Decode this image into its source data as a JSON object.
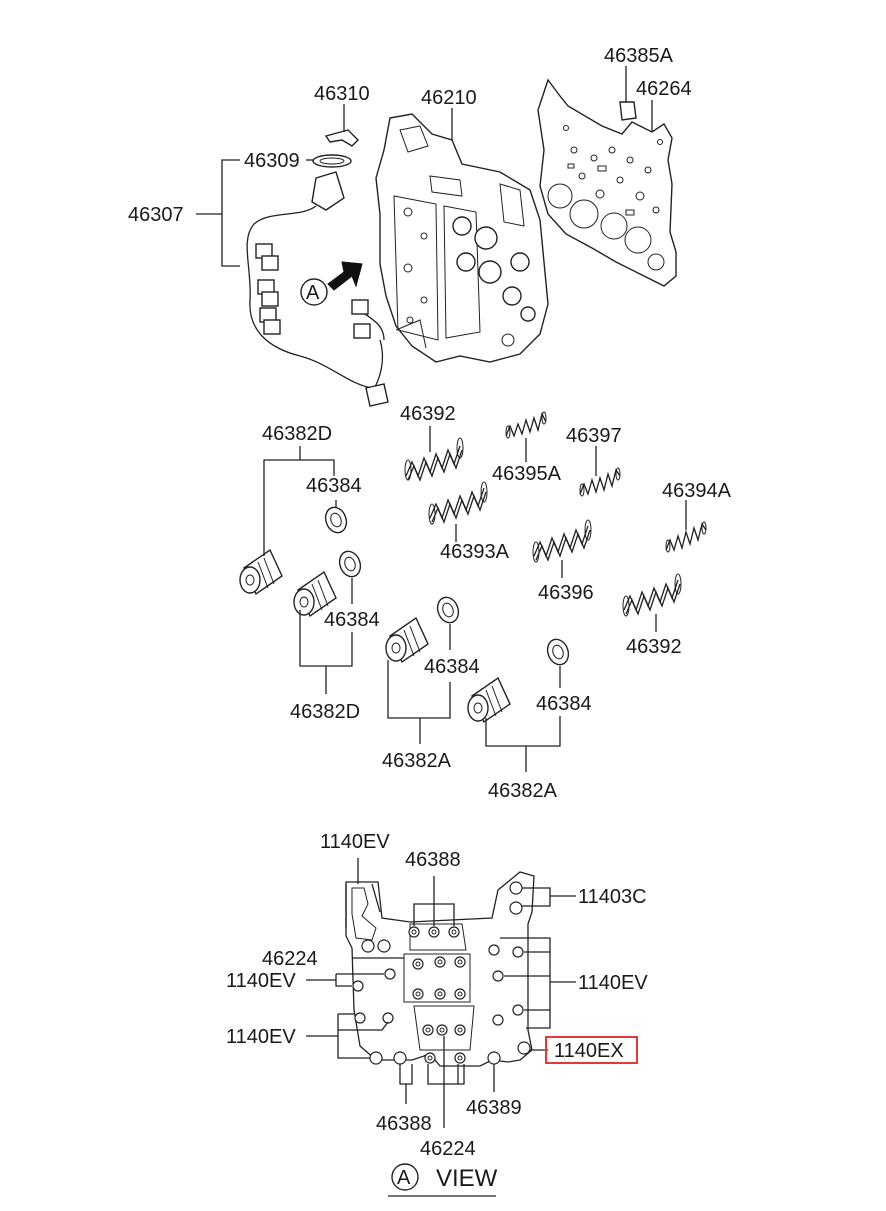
{
  "labels": {
    "p46385A": "46385A",
    "p46264": "46264",
    "p46310": "46310",
    "p46210": "46210",
    "p46309": "46309",
    "p46307": "46307",
    "calloutA": "A",
    "p46392_top": "46392",
    "p46395A": "46395A",
    "p46397": "46397",
    "p46382D_top": "46382D",
    "p46384_top": "46384",
    "p46393A": "46393A",
    "p46394A": "46394A",
    "p46396": "46396",
    "p46384_mid": "46384",
    "p46392_bot": "46392",
    "p46384_c": "46384",
    "p46384_r": "46384",
    "p46382D_bot": "46382D",
    "p46382A_l": "46382A",
    "p46382A_r": "46382A",
    "v1140EV_top": "1140EV",
    "v46388_top": "46388",
    "v11403C": "11403C",
    "v46224_l": "46224",
    "v1140EV_l1": "1140EV",
    "v1140EV_r": "1140EV",
    "v1140EV_l2": "1140EV",
    "v1140EX": "1140EX",
    "v46388_bot": "46388",
    "v46389": "46389",
    "v46224_bot": "46224",
    "view_letter": "A",
    "view_word": "VIEW"
  },
  "highlight_color": "#e53935"
}
